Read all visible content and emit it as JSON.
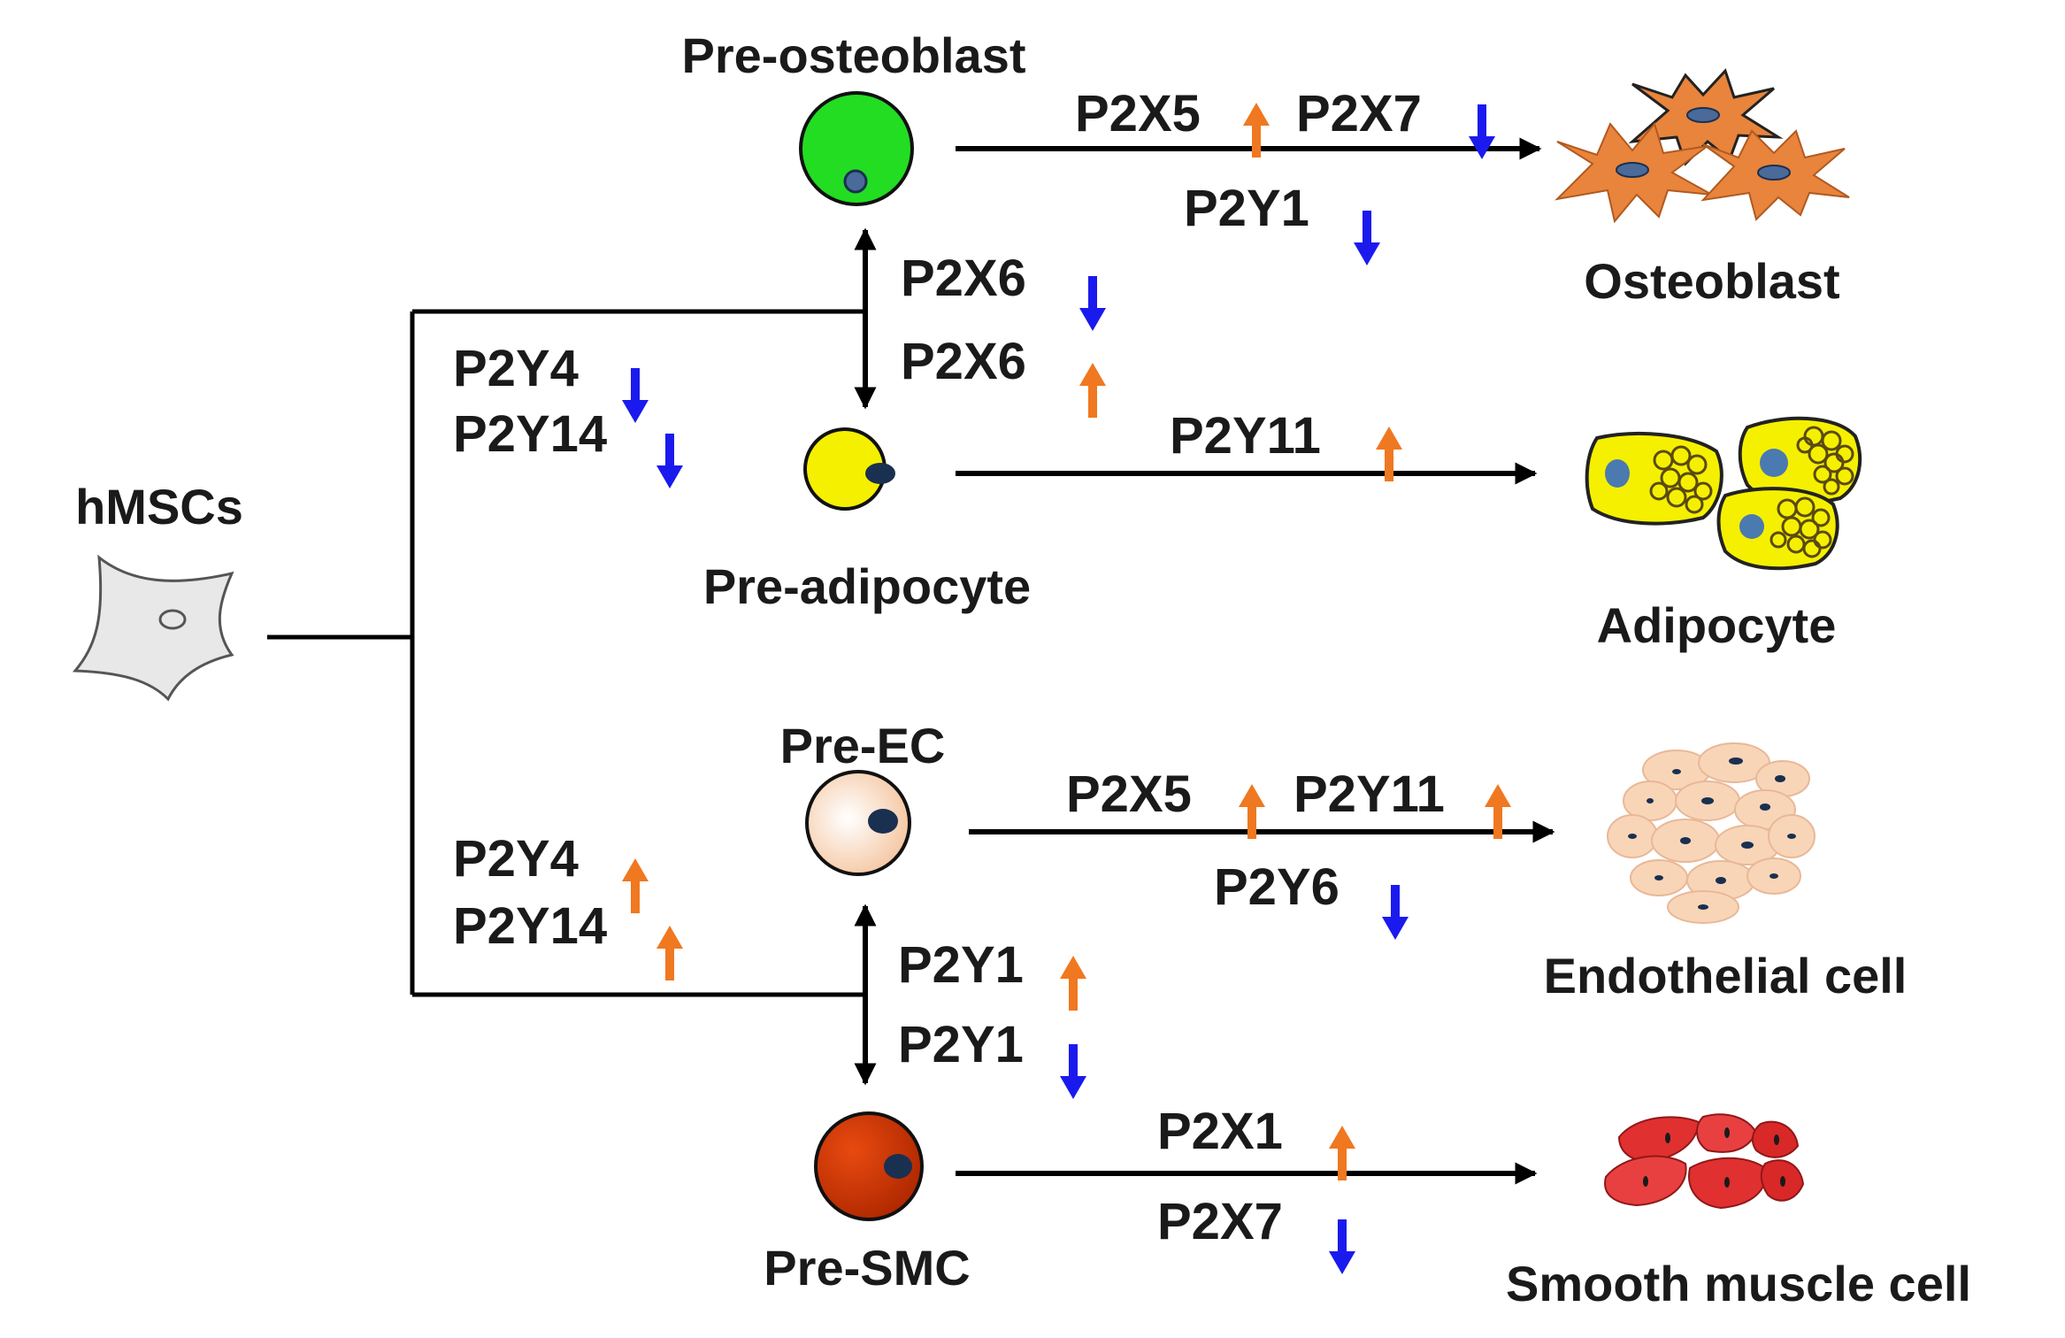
{
  "source": {
    "label": "hMSCs"
  },
  "precursors": {
    "osteo": "Pre-osteoblast",
    "adipo": "Pre-adipocyte",
    "ec": "Pre-EC",
    "smc": "Pre-SMC"
  },
  "mature_cells": {
    "osteoblast": "Osteoblast",
    "adipocyte": "Adipocyte",
    "endothelial": "Endothelial  cell",
    "smooth_muscle": "Smooth muscle  cell"
  },
  "upper_branch": {
    "r1": {
      "name": "P2Y4",
      "dir": "down"
    },
    "r2": {
      "name": "P2Y14",
      "dir": "down"
    }
  },
  "lower_branch": {
    "r1": {
      "name": "P2Y4",
      "dir": "up"
    },
    "r2": {
      "name": "P2Y14",
      "dir": "up"
    }
  },
  "osteo_adipo_switch": {
    "r1": {
      "name": "P2X6",
      "dir": "down"
    },
    "r2": {
      "name": "P2X6",
      "dir": "up"
    }
  },
  "ec_smc_switch": {
    "r1": {
      "name": "P2Y1",
      "dir": "up"
    },
    "r2": {
      "name": "P2Y1",
      "dir": "down"
    }
  },
  "osteo_path": {
    "r1": {
      "name": "P2X5",
      "dir": "up"
    },
    "r2": {
      "name": "P2X7",
      "dir": "down"
    },
    "r3": {
      "name": "P2Y1",
      "dir": "down"
    }
  },
  "adipo_path": {
    "r1": {
      "name": "P2Y11",
      "dir": "up"
    }
  },
  "ec_path": {
    "r1": {
      "name": "P2X5",
      "dir": "up"
    },
    "r2": {
      "name": "P2Y11",
      "dir": "up"
    },
    "r3": {
      "name": "P2Y6",
      "dir": "down"
    }
  },
  "smc_path": {
    "r1": {
      "name": "P2X1",
      "dir": "up"
    },
    "r2": {
      "name": "P2X7",
      "dir": "down"
    }
  },
  "colors": {
    "up_arrow": "#f07820",
    "down_arrow": "#1a1aee",
    "osteo_precursor": "#22dd22",
    "adipo_precursor": "#f5f000",
    "ec_precursor": "#f8d0b0",
    "smc_precursor": "#cc3300",
    "nucleus": "#1a3050",
    "osteoblast_cell": "#e8843c",
    "adipocyte_cell": "#f5f000",
    "endothelial_cell": "#f9d5b8",
    "smooth_muscle_cell": "#e03030"
  }
}
